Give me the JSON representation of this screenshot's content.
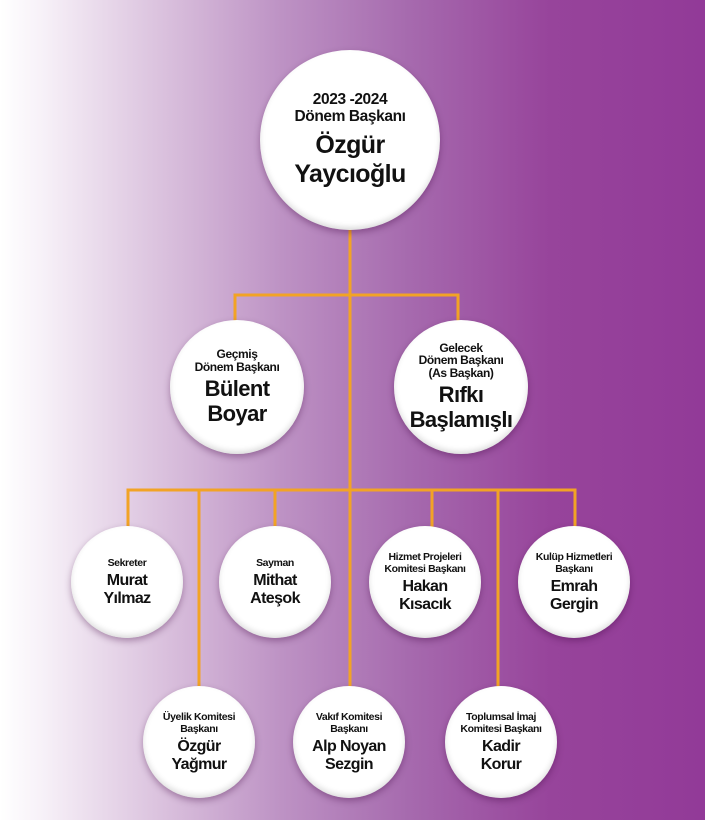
{
  "colors": {
    "connector": "#f2a325",
    "accent": "#923a98"
  },
  "president": {
    "role": [
      "2023 -2024",
      "Dönem Başkanı"
    ],
    "name": [
      "Özgür",
      "Yaycıoğlu"
    ]
  },
  "past_president": {
    "role": [
      "Geçmiş",
      "Dönem Başkanı"
    ],
    "name": [
      "Bülent",
      "Boyar"
    ]
  },
  "president_elect": {
    "role": [
      "Gelecek",
      "Dönem Başkanı",
      "(As Başkan)"
    ],
    "name": [
      "Rıfkı",
      "Başlamışlı"
    ]
  },
  "secretary": {
    "role": [
      "Sekreter"
    ],
    "name": [
      "Murat",
      "Yılmaz"
    ]
  },
  "treasurer": {
    "role": [
      "Sayman"
    ],
    "name": [
      "Mithat",
      "Ateşok"
    ]
  },
  "service_projects": {
    "role": [
      "Hizmet Projeleri",
      "Komitesi Başkanı"
    ],
    "name": [
      "Hakan",
      "Kısacık"
    ]
  },
  "club_services": {
    "role": [
      "Kulüp Hizmetleri",
      "Başkanı"
    ],
    "name": [
      "Emrah",
      "Gergin"
    ]
  },
  "membership": {
    "role": [
      "Üyelik Komitesi",
      "Başkanı"
    ],
    "name": [
      "Özgür",
      "Yağmur"
    ]
  },
  "foundation": {
    "role": [
      "Vakıf Komitesi",
      "Başkanı"
    ],
    "name": [
      "Alp Noyan",
      "Sezgin"
    ]
  },
  "public_image": {
    "role": [
      "Toplumsal İmaj",
      "Komitesi Başkanı"
    ],
    "name": [
      "Kadir",
      "Korur"
    ]
  }
}
